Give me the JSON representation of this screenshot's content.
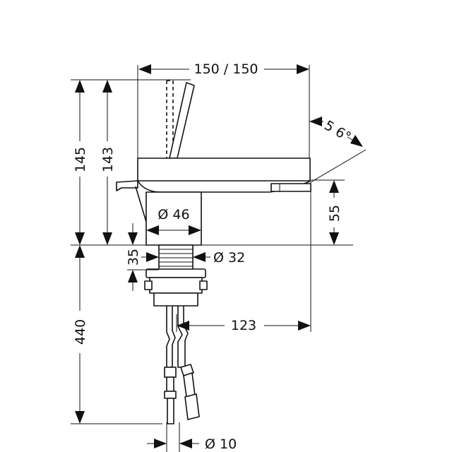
{
  "dimensions": {
    "width_total": "150 / 150",
    "angle": "5 6°",
    "height_total": "145",
    "height_spout": "143",
    "spout_height": "55",
    "base_diameter": "Ø 46",
    "shank_diameter": "Ø 32",
    "shank_length": "35",
    "hose_length": "440",
    "projection": "123",
    "hose_diameter": "Ø 10"
  }
}
